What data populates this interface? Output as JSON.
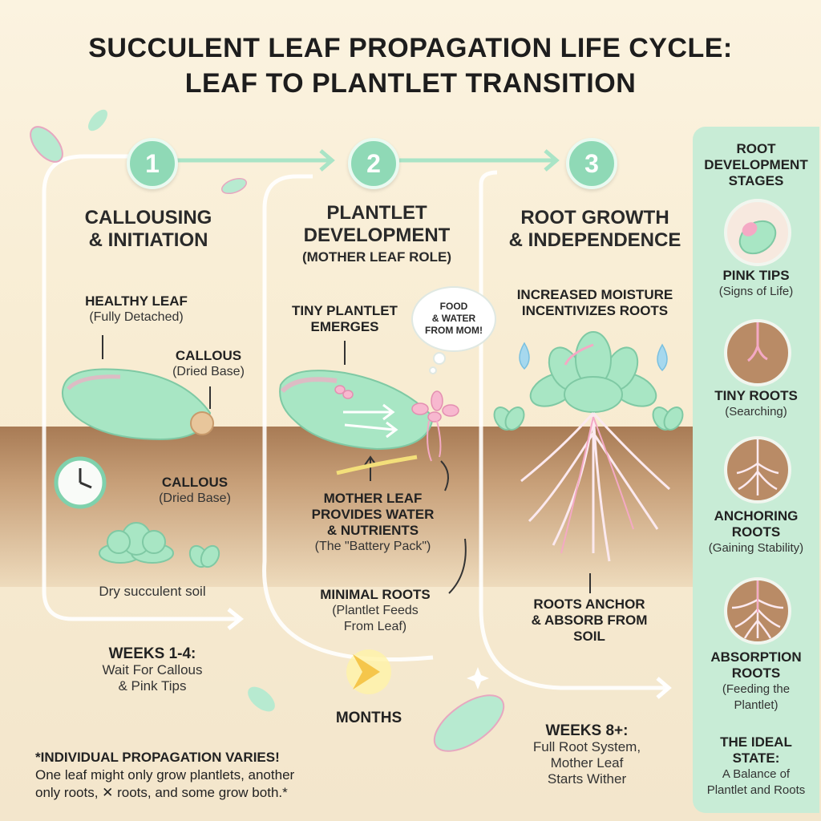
{
  "title_line1": "SUCCULENT LEAF PROPAGATION LIFE CYCLE:",
  "title_line2": "LEAF TO PLANTLET TRANSITION",
  "steps": [
    {
      "number": "1",
      "heading_line1": "CALLOUSING",
      "heading_line2": "& INITIATION"
    },
    {
      "number": "2",
      "heading_line1": "PLANTLET",
      "heading_line2": "DEVELOPMENT",
      "heading_line3": "(MOTHER LEAF ROLE)"
    },
    {
      "number": "3",
      "heading_line1": "ROOT GROWTH",
      "heading_line2": "& INDEPENDENCE"
    }
  ],
  "panel1": {
    "healthy_leaf": "HEALTHY LEAF",
    "healthy_leaf_sub": "(Fully Detached)",
    "callous_top": "CALLOUS",
    "callous_top_sub": "(Dried Base)",
    "callous_bottom": "CALLOUS",
    "callous_bottom_sub": "(Dried Base)",
    "soil_label": "Dry succulent soil",
    "weeks_label": "WEEKS 1-4:",
    "weeks_line2": "Wait For Callous",
    "weeks_line3": "& Pink Tips"
  },
  "panel2": {
    "tiny_plantlet": "TINY PLANTLET",
    "tiny_plantlet_2": "EMERGES",
    "bubble_1": "FOOD",
    "bubble_2": "& WATER",
    "bubble_3": "FROM MOM!",
    "mother_1": "MOTHER LEAF",
    "mother_2": "PROVIDES WATER",
    "mother_3": "& NUTRIENTS",
    "mother_sub": "(The \"Battery Pack\")",
    "minimal_1": "MINIMAL ROOTS",
    "minimal_sub1": "(Plantlet Feeds",
    "minimal_sub2": "From Leaf)",
    "months": "MONTHS"
  },
  "panel3": {
    "moisture_1": "INCREASED MOISTURE",
    "moisture_2": "INCENTIVIZES ROOTS",
    "anchor_1": "ROOTS ANCHOR",
    "anchor_2": "& ABSORB FROM",
    "anchor_3": "SOIL",
    "weeks_label": "WEEKS 8+:",
    "weeks_line2": "Full Root System,",
    "weeks_line3": "Mother Leaf",
    "weeks_line4": "Starts Wither"
  },
  "footnote": {
    "line1": "*INDIVIDUAL PROPAGATION VARIES!",
    "line2": "One leaf might only grow plantlets, another",
    "line3": "only roots, ✕ roots, and some grow both.*"
  },
  "sidebar": {
    "title_1": "ROOT",
    "title_2": "DEVELOPMENT",
    "title_3": "STAGES",
    "stages": [
      {
        "name": "PINK TIPS",
        "sub": "(Signs of Life)"
      },
      {
        "name": "TINY ROOTS",
        "sub": "(Searching)"
      },
      {
        "name_1": "ANCHORING",
        "name_2": "ROOTS",
        "sub": "(Gaining Stability)"
      },
      {
        "name_1": "ABSORPTION",
        "name_2": "ROOTS",
        "sub_1": "(Feeding the",
        "sub_2": "Plantlet)"
      }
    ],
    "ideal_1": "THE IDEAL",
    "ideal_2": "STATE:",
    "ideal_sub1": "A Balance of",
    "ideal_sub2": "Plantlet and Roots"
  },
  "colors": {
    "mint": "#8fd9b6",
    "soil": "#b98b66",
    "leaf_green": "#a8e6c4",
    "leaf_pink": "#f4a9c4"
  }
}
